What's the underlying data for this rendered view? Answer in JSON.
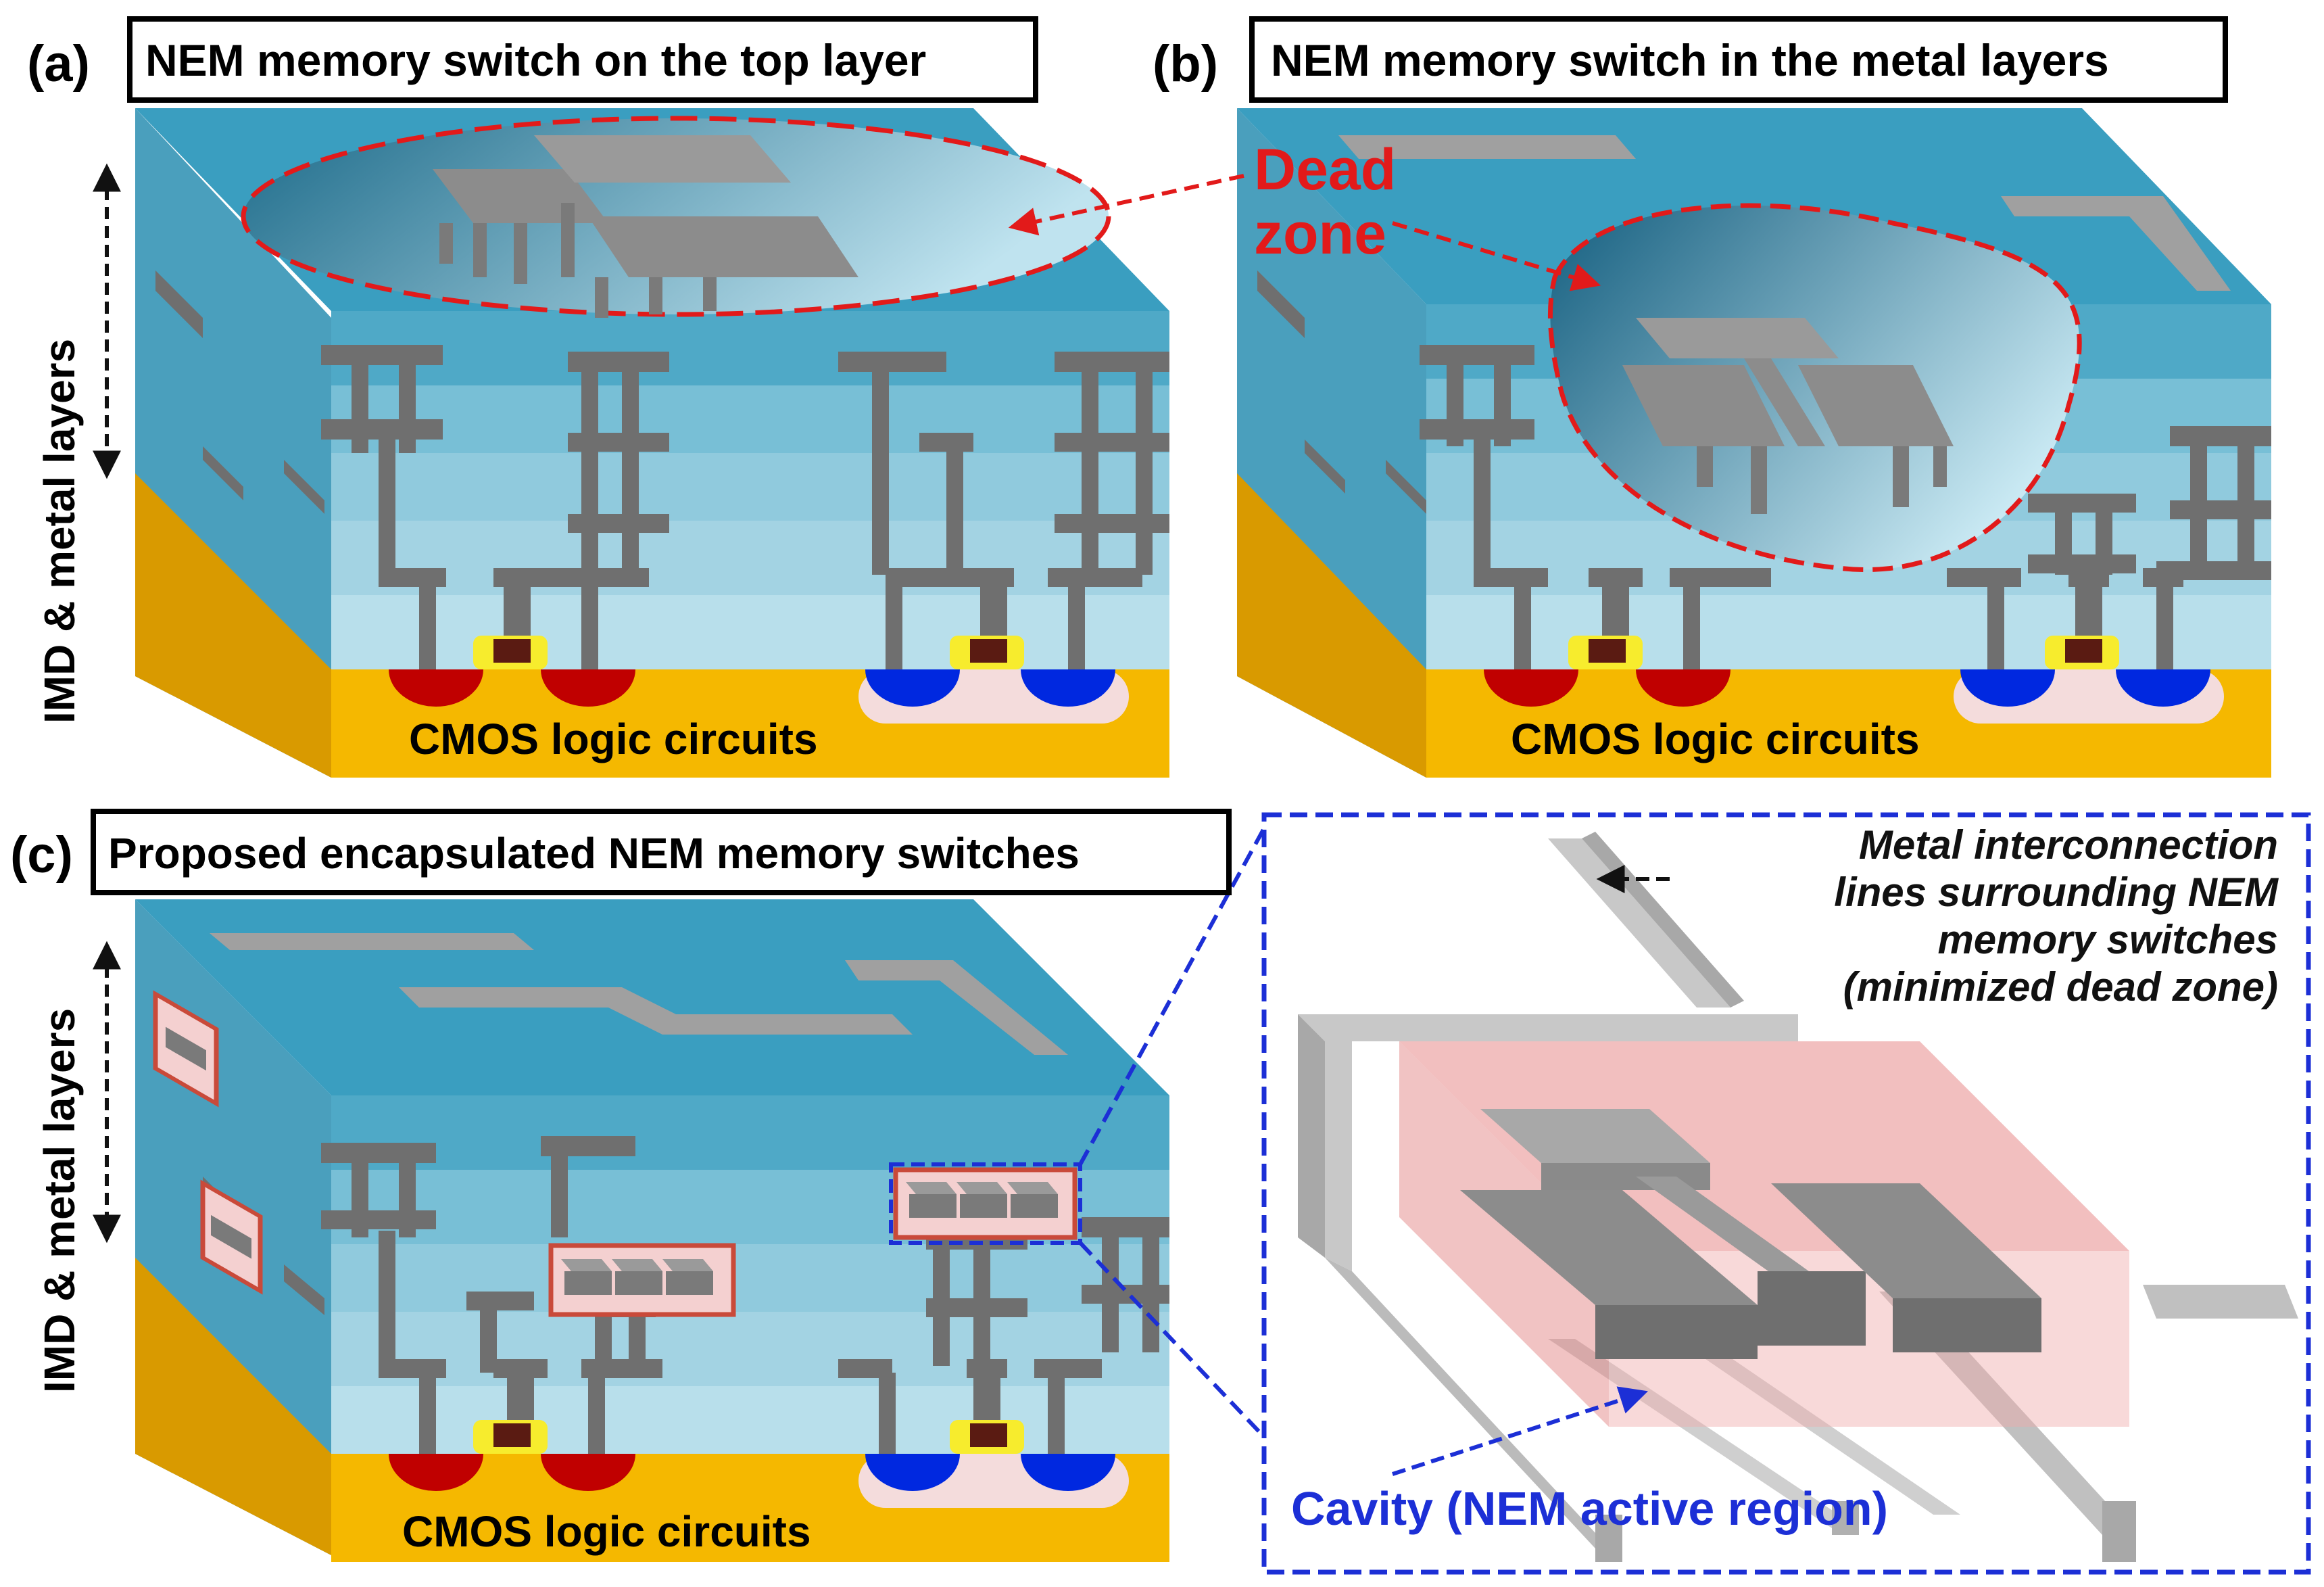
{
  "panels": {
    "a": {
      "letter": "(a)",
      "title": "NEM memory switch on the top layer",
      "side_label": "IMD & metal layers",
      "substrate_label": "CMOS logic circuits"
    },
    "b": {
      "letter": "(b)",
      "title": "NEM memory switch in the metal layers",
      "dead_zone_label_line1": "Dead",
      "dead_zone_label_line2": "zone",
      "substrate_label": "CMOS logic circuits"
    },
    "c": {
      "letter": "(c)",
      "title": "Proposed encapsulated NEM memory switches",
      "side_label": "IMD & metal layers",
      "substrate_label": "CMOS logic circuits"
    },
    "zoom": {
      "interconnect_note_line1": "Metal interconnection",
      "interconnect_note_line2": "lines surrounding NEM",
      "interconnect_note_line3": "memory switches",
      "interconnect_note_line4": "(minimized dead zone)",
      "cavity_label": "Cavity (NEM active region)"
    }
  },
  "colors": {
    "imd_top": "#3a9ec0",
    "imd_layer_dark": "#6db7d0",
    "imd_layer_light": "#a9d6e4",
    "substrate": "#f5b800",
    "substrate_side": "#c99500",
    "metal": "#6f6f6f",
    "metal_light": "#9c9c9c",
    "n_well": "#c00000",
    "p_well": "#0028e0",
    "gate_oxide": "#f7ec2d",
    "gate": "#5a1b12",
    "dead_zone": "#e21a1a",
    "zoom_frame": "#1c2fd6",
    "cavity": "#e88b8b"
  }
}
